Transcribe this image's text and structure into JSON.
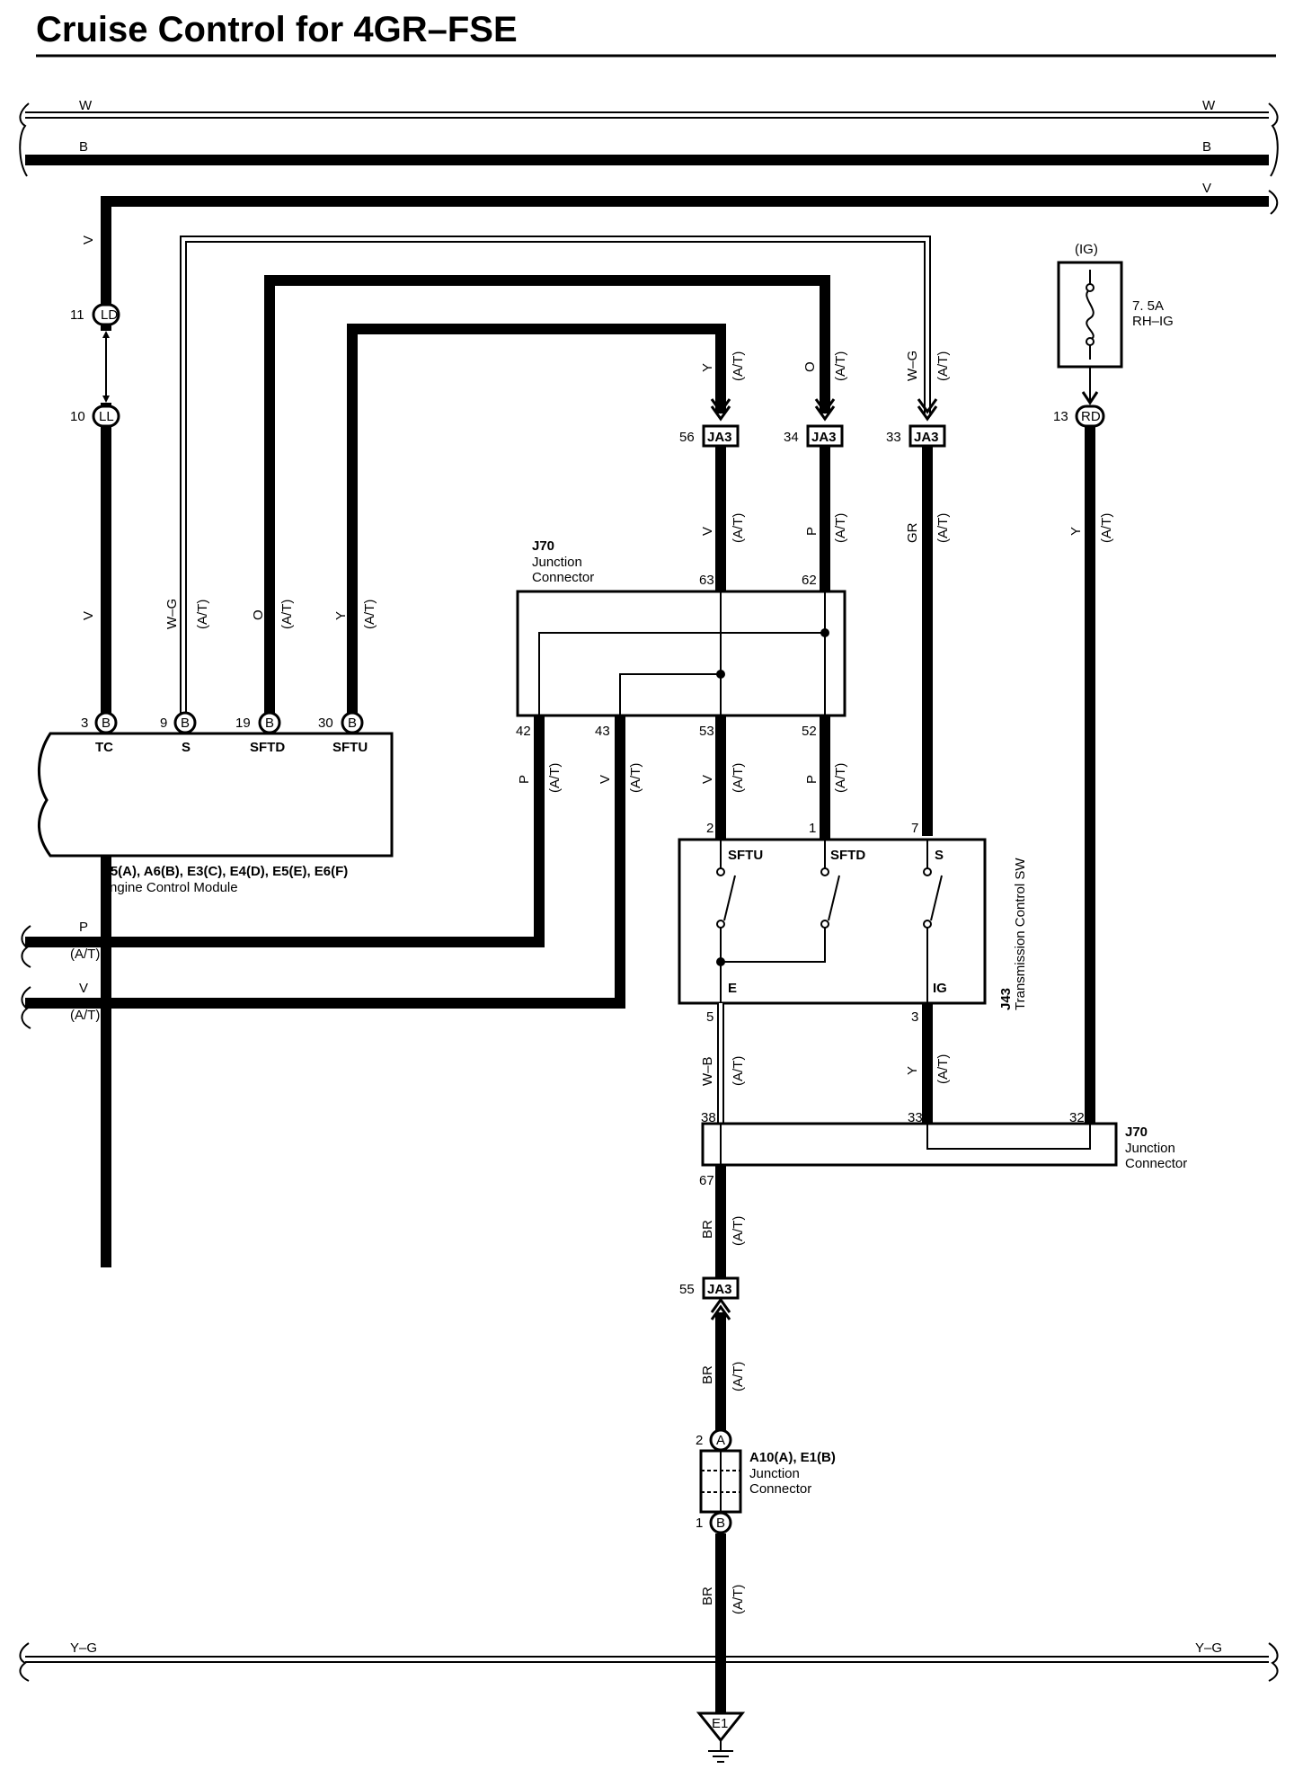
{
  "title": "Cruise Control for 4GR–FSE",
  "buses": {
    "w": "W",
    "b": "B",
    "v": "V",
    "yg": "Y–G"
  },
  "at": "(A/T)",
  "fuse": {
    "source": "(IG)",
    "rating": "7. 5A",
    "name": "RH–IG",
    "connector_pin": "13",
    "connector": "RD"
  },
  "ld": {
    "pin": "11",
    "code": "LD"
  },
  "ll": {
    "pin": "10",
    "code": "LL"
  },
  "ja3": {
    "code": "JA3",
    "pins": [
      "56",
      "34",
      "33",
      "55"
    ]
  },
  "wire_colors": {
    "v": "V",
    "wg": "W–G",
    "o": "O",
    "y": "Y",
    "p": "P",
    "gr": "GR",
    "wb": "W–B",
    "br": "BR"
  },
  "ecm": {
    "pins": [
      {
        "num": "3",
        "conn": "B",
        "name": "TC"
      },
      {
        "num": "9",
        "conn": "B",
        "name": "S"
      },
      {
        "num": "19",
        "conn": "B",
        "name": "SFTD"
      },
      {
        "num": "30",
        "conn": "B",
        "name": "SFTU"
      }
    ],
    "id_line": "A5(A), A6(B), E3(C), E4(D), E5(E), E6(F)",
    "name": "Engine Control Module"
  },
  "j70_upper": {
    "id": "J70",
    "name_line1": "Junction",
    "name_line2": "Connector",
    "pins": {
      "p63": "63",
      "p62": "62",
      "p42": "42",
      "p43": "43",
      "p53": "53",
      "p52": "52"
    }
  },
  "tcs": {
    "id": "J43",
    "name": "Transmission Control SW",
    "pins": {
      "p2": "2",
      "p1": "1",
      "p7": "7",
      "p5": "5",
      "p3": "3"
    },
    "terminals": {
      "sftu": "SFTU",
      "sftd": "SFTD",
      "s": "S",
      "e": "E",
      "ig": "IG"
    }
  },
  "j70_lower": {
    "id": "J70",
    "name_line1": "Junction",
    "name_line2": "Connector",
    "pins": {
      "p38": "38",
      "p33": "33",
      "p32": "32",
      "p67": "67"
    }
  },
  "jc": {
    "id": "A10(A), E1(B)",
    "name_line1": "Junction",
    "name_line2": "Connector",
    "pin_top": "2",
    "conn_top": "A",
    "pin_bottom": "1",
    "conn_bottom": "B"
  },
  "ground": "E1"
}
